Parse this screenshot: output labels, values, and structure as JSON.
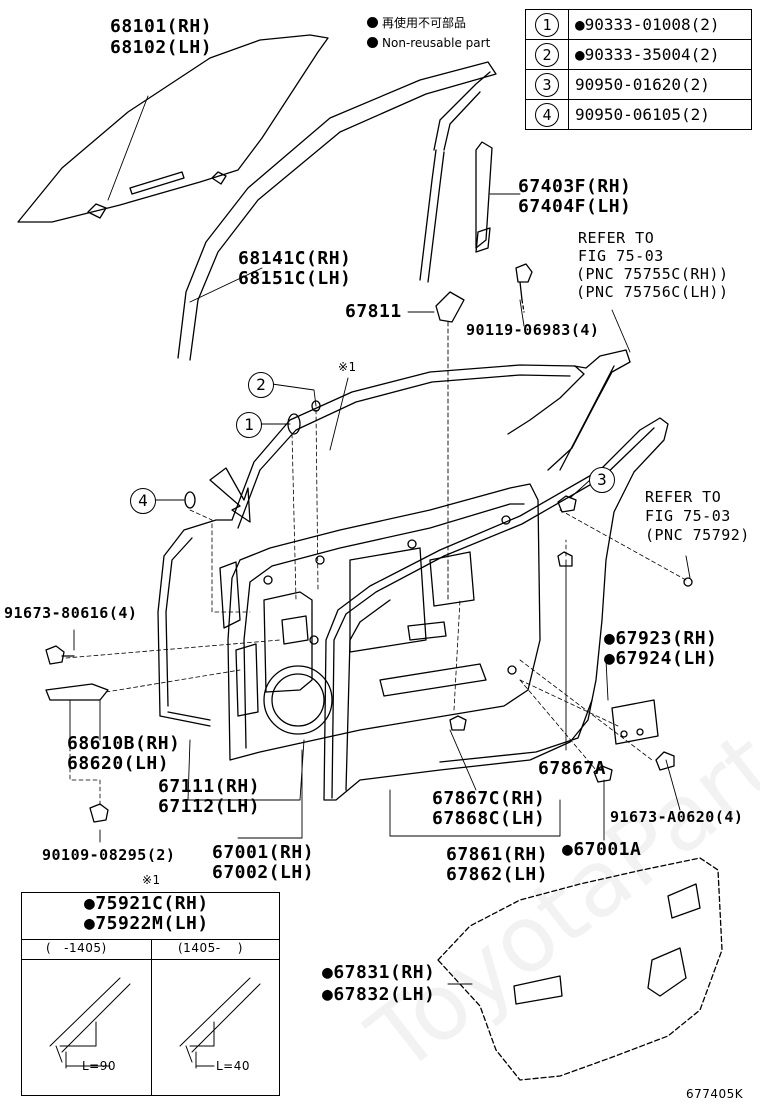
{
  "legend": {
    "jp": "再使用不可部品",
    "en": "Non-reusable part"
  },
  "hardware_table": [
    {
      "callout": "1",
      "part": "●90333-01008(2)"
    },
    {
      "callout": "2",
      "part": "●90333-35004(2)"
    },
    {
      "callout": "3",
      "part": "90950-01620(2)"
    },
    {
      "callout": "4",
      "part": "90950-06105(2)"
    }
  ],
  "callouts": {
    "c1": "1",
    "c2": "2",
    "c3": "3",
    "c4": "4"
  },
  "labels": {
    "glass_rh": "68101(RH)",
    "glass_lh": "68102(LH)",
    "run_rh": "68141C(RH)",
    "run_lh": "68151C(LH)",
    "frame_rh": "67403F(RH)",
    "frame_lh": "67404F(LH)",
    "refer1_l1": "REFER TO",
    "refer1_l2": "FIG 75-03",
    "refer1_l3": "(PNC 75755C(RH))",
    "refer1_l4": "(PNC 75756C(LH))",
    "pad": "67811",
    "screw1": "90119-06983(4)",
    "mark_note": "※1",
    "refer2_l1": "REFER TO",
    "refer2_l2": "FIG 75-03",
    "refer2_l3": "(PNC 75792)",
    "bolt1": "91673-80616(4)",
    "cover_rh": "●67923(RH)",
    "cover_lh": "●67924(LH)",
    "check_rh": "68610B(RH)",
    "check_lh": "68620(LH)",
    "clip": "67867A",
    "hinge_rh": "67111(RH)",
    "hinge_lh": "67112(LH)",
    "bolt2": "91673-A0620(4)",
    "wclip_rh": "67867C(RH)",
    "wclip_lh": "67868C(LH)",
    "bolt3": "90109-08295(2)",
    "door_rh": "67001(RH)",
    "door_lh": "67002(LH)",
    "ws_rh": "67861(RH)",
    "ws_lh": "67862(LH)",
    "panel_a": "●67001A",
    "inset_mark": "※1",
    "inset_rh": "●75921C(RH)",
    "inset_lh": "●75922M(LH)",
    "inset_col1": "(   -1405)",
    "inset_col2": "(1405-    )",
    "inset_l1": "L=90",
    "inset_l2": "L=40",
    "seal_rh": "●67831(RH)",
    "seal_lh": "●67832(LH)",
    "fig_id": "677405K"
  }
}
